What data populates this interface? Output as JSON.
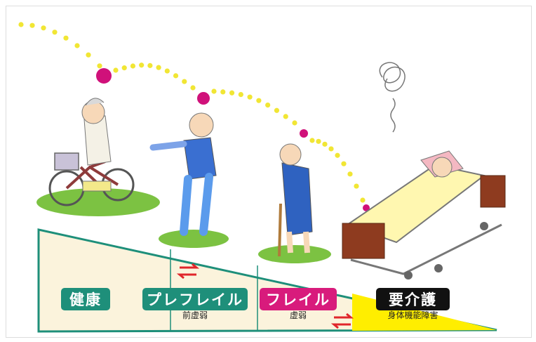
{
  "stages": [
    {
      "label": "健康",
      "sublabel": "",
      "color": "#1e8f7a"
    },
    {
      "label": "プレフレイル",
      "sublabel": "前虚弱",
      "color": "#1e8f7a"
    },
    {
      "label": "フレイル",
      "sublabel": "虚弱",
      "color": "#d81b7c"
    },
    {
      "label": "要介護",
      "sublabel": "身体機能障害",
      "color": "#111111"
    }
  ],
  "colors": {
    "wedge_fill": "#fbf3dc",
    "wedge_border": "#1e8f7a",
    "disability_fill": "#ffee00",
    "transition_arrow": "#e0262b",
    "ball": "#d0117a",
    "trail": "#f1e634"
  },
  "icons": [
    "ball-icon",
    "transition-arrow-icon",
    "elderly-cyclist-icon",
    "elderly-reaching-icon",
    "elderly-cane-icon",
    "bedridden-patient-icon",
    "dizzy-scribble-icon"
  ]
}
